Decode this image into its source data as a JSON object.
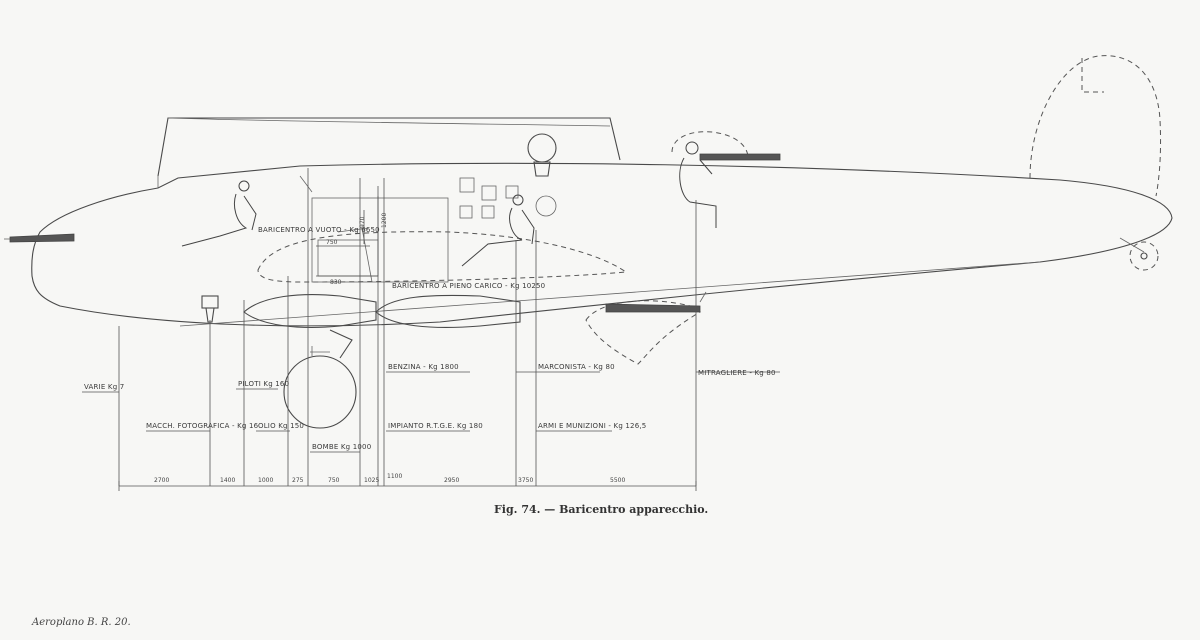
{
  "caption": "Fig. 74. — Baricentro apparecchio.",
  "footer": "Aeroplano B. R. 20.",
  "cg_labels": {
    "empty": "BARICENTRO A VUOTO - Kg 6650",
    "loaded": "BARICENTRO A PIENO CARICO - Kg 10250"
  },
  "weights": {
    "varie": "VARIE Kg 7",
    "macch_fotografica": "MACCH. FOTOGRAFICA - Kg 16",
    "piloti": "PILOTI Kg 160",
    "olio": "OLIO Kg 150",
    "bombe": "BOMBE Kg 1000",
    "benzina": "BENZINA - Kg 1800",
    "impianto": "IMPIANTO R.T.G.E. Kg 180",
    "marconista": "MARCONISTA - Kg 80",
    "armi": "ARMI E MUNIZIONI - Kg 126,5",
    "mitragliere": "MITRAGLIERE - Kg 80"
  },
  "dimensions": {
    "d2700": "2700",
    "d1400": "1400",
    "d1000": "1000",
    "d275": "275",
    "d750": "750",
    "d1025": "1025",
    "d1100": "1100",
    "d2950": "2950",
    "d3750": "3750",
    "d5500": "5500",
    "c750": "750",
    "c830": "830",
    "c970": "970",
    "c1200": "1200"
  }
}
